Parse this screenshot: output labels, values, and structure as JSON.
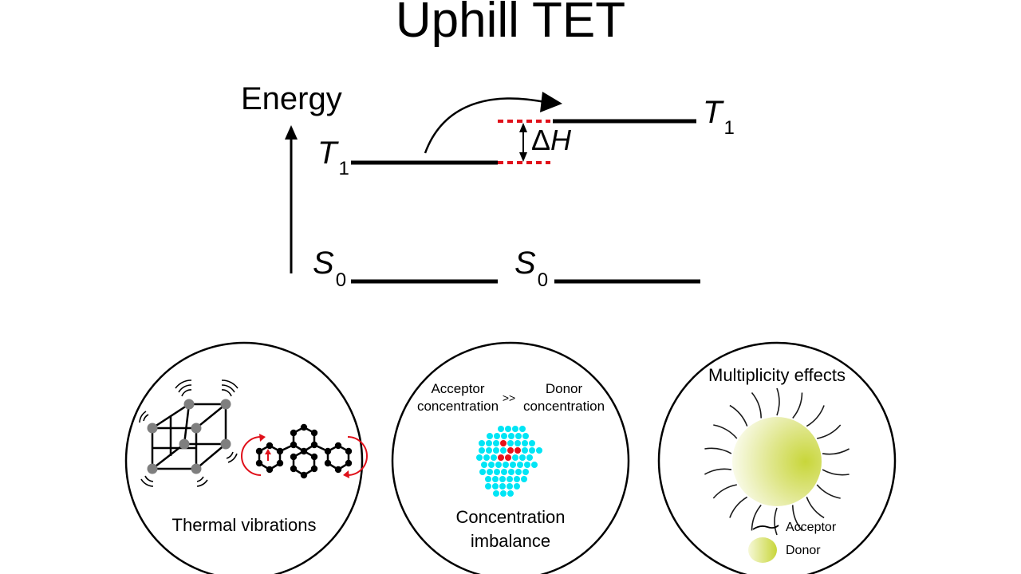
{
  "title": "Uphill TET",
  "energy_diagram": {
    "axis_label": "Energy",
    "left": {
      "t_symbol": "T",
      "t_sub": "1",
      "s_symbol": "S",
      "s_sub": "0"
    },
    "right": {
      "t_symbol": "T",
      "t_sub": "1",
      "s_symbol": "S",
      "s_sub": "0"
    },
    "delta_h": {
      "delta": "Δ",
      "symbol": "H"
    },
    "colors": {
      "line": "#000000",
      "dashed": "#e0101a"
    }
  },
  "panels": {
    "thermal": {
      "caption": "Thermal vibrations",
      "rotation_color": "#e0101a",
      "node_color": "#7f7f7f"
    },
    "concentration": {
      "acceptor_line1": "Acceptor",
      "acceptor_line2": "concentration",
      "comparator": ">>",
      "donor_line1": "Donor",
      "donor_line2": "concentration",
      "caption_line1": "Concentration",
      "caption_line2": "imbalance",
      "acceptor_color": "#00e5f5",
      "donor_color": "#e8101a"
    },
    "multiplicity": {
      "title": "Multiplicity effects",
      "legend_acceptor": "Acceptor",
      "legend_donor": "Donor",
      "donor_color": "#c8d63a"
    }
  }
}
